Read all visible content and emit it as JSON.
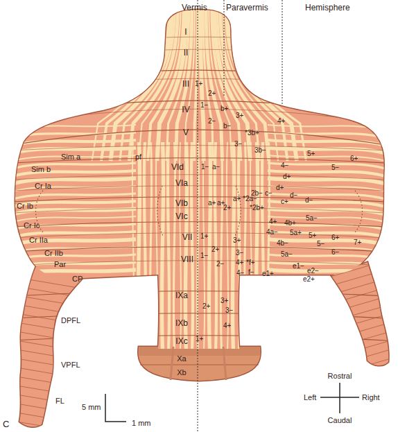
{
  "diagram": {
    "labels": [
      "Vermis",
      "Paravermis",
      "Hemisphere",
      "I",
      "II",
      "III",
      "IV",
      "V",
      "VId",
      "VIa",
      "VIb",
      "VIc",
      "VII",
      "VIII",
      "IXa",
      "IXb",
      "IXc",
      "Xa",
      "Xb",
      "Sim a",
      "Sim b",
      "pf",
      "Cr Ia",
      "Cr Ib",
      "Cr Ic",
      "Cr IIa",
      "Cr IIb",
      "Par",
      "CP",
      "DPFL",
      "VPFL",
      "FL",
      "5 mm",
      "1 mm",
      "Rostral",
      "Left",
      "Right",
      "Caudal",
      "C",
      "1+",
      "2+",
      "1−",
      "b+",
      "3+",
      "2−",
      "4+",
      "b−",
      "*3b+",
      "3−",
      "3b−",
      "5+",
      "6+",
      "4−",
      "5−",
      "1−",
      "a−",
      "d+",
      "d+",
      "2b−",
      "c−",
      "d−",
      "d−",
      "a+",
      "a+",
      "a+",
      "*2a−",
      "c+",
      "2+",
      "*2b+",
      "5a−",
      "4+",
      "4b+",
      "4a−",
      "5a+",
      "5+",
      "6+",
      "7+",
      "1+",
      "3+",
      "4b−",
      "5−",
      "6−",
      "2+",
      "3−",
      "5a−",
      "1−",
      "2−",
      "4+",
      "*f+",
      "e1−",
      "e2−",
      "4−",
      "f−",
      "e1+",
      "e2+",
      "2+",
      "3+",
      "3−",
      "4+",
      "1+"
    ]
  }
}
